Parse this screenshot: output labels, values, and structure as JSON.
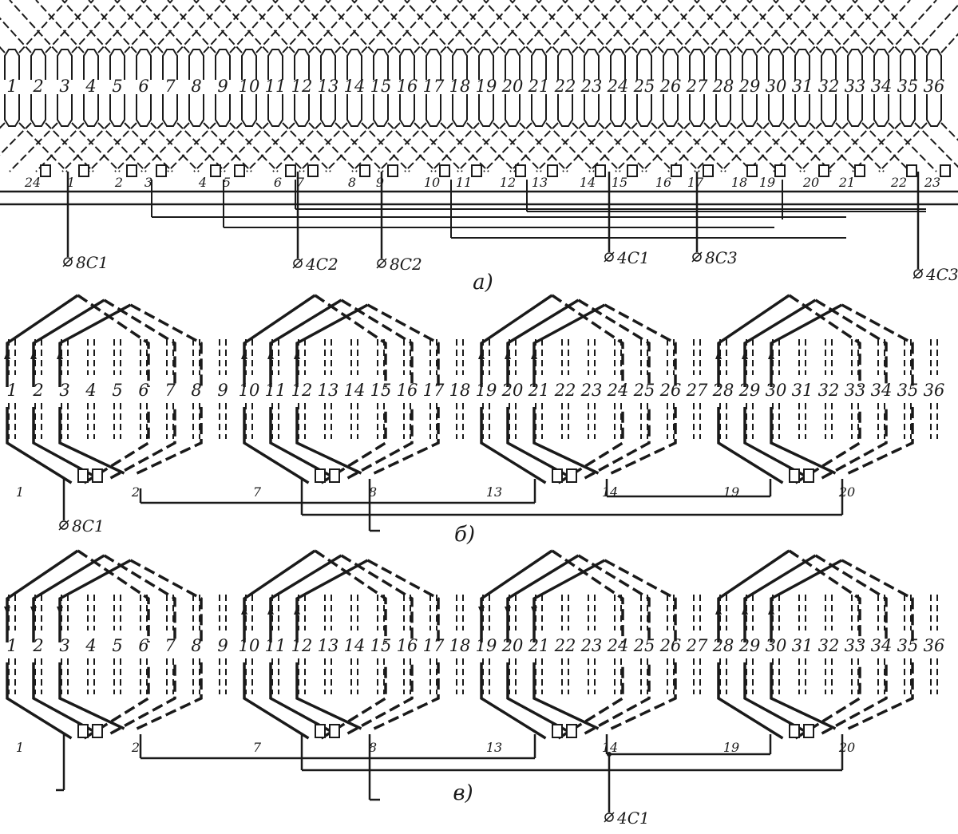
{
  "slot_numbers": [
    "1",
    "2",
    "3",
    "4",
    "5",
    "6",
    "7",
    "8",
    "9",
    "10",
    "11",
    "12",
    "13",
    "14",
    "15",
    "16",
    "17",
    "18",
    "19",
    "20",
    "21",
    "22",
    "23",
    "24",
    "25",
    "26",
    "27",
    "28",
    "29",
    "30",
    "31",
    "32",
    "33",
    "34",
    "35",
    "36"
  ],
  "diagram_a": {
    "caption": "а)",
    "coil_terminals": [
      "24",
      "1",
      "2",
      "3",
      "4",
      "5",
      "6",
      "7",
      "8",
      "9",
      "10",
      "11",
      "12",
      "13",
      "14",
      "15",
      "16",
      "17",
      "18",
      "19",
      "20",
      "21",
      "22",
      "23"
    ],
    "leads": [
      "8С1",
      "4С2",
      "8С2",
      "4С1",
      "8С3",
      "4С3"
    ]
  },
  "diagram_b": {
    "caption": "б)",
    "group_terminals": [
      "1",
      "2",
      "7",
      "8",
      "13",
      "14",
      "19",
      "20"
    ],
    "leads": [
      "8С1"
    ]
  },
  "diagram_c": {
    "caption": "в)",
    "group_terminals": [
      "1",
      "2",
      "7",
      "8",
      "13",
      "14",
      "19",
      "20"
    ],
    "leads": [
      "4С1"
    ]
  },
  "colors": {
    "ink": "#1a1a1a",
    "paper": "#ffffff"
  }
}
